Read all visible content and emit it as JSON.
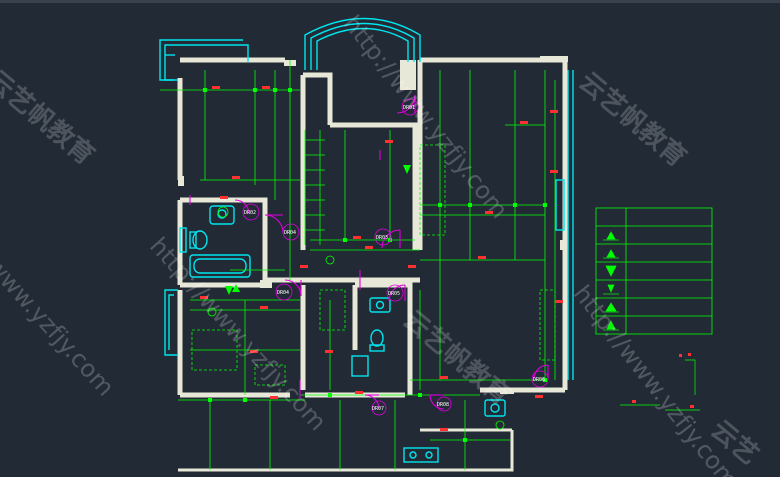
{
  "colors": {
    "background": "#222a35",
    "wall": "#e8e8d8",
    "dimension": "#00ff00",
    "door": "#e000e0",
    "fixture": "#00e5ee",
    "text": "#ffffff",
    "symbol": "#00ff00"
  },
  "watermarks": {
    "url_top": "http://www.yzfjy.com",
    "cn_right": "云艺帆教育",
    "cn_left": "云艺帆教育",
    "url_left": "www.yzfjy.com",
    "url_mid": "http://www.yzfjy.com",
    "cn_mid": "云艺帆教育",
    "url_bottom": "http://www.yzfjy.com",
    "cn_corner": "云艺"
  },
  "room_tags": {
    "dr01": "DR01",
    "dr02": "DR02",
    "dr03": "DR03",
    "dr04a": "DR04",
    "dr04b": "DR04",
    "dr05": "DR05",
    "dr06": "DR06",
    "dr07": "DR07",
    "dr08": "DR08"
  },
  "legend_table": {
    "rows": 7,
    "symbols": [
      "elevation-mark-1",
      "elevation-mark-2",
      "elevation-mark-3",
      "elevation-mark-4",
      "elevation-mark-5",
      "elevation-mark-6"
    ]
  }
}
